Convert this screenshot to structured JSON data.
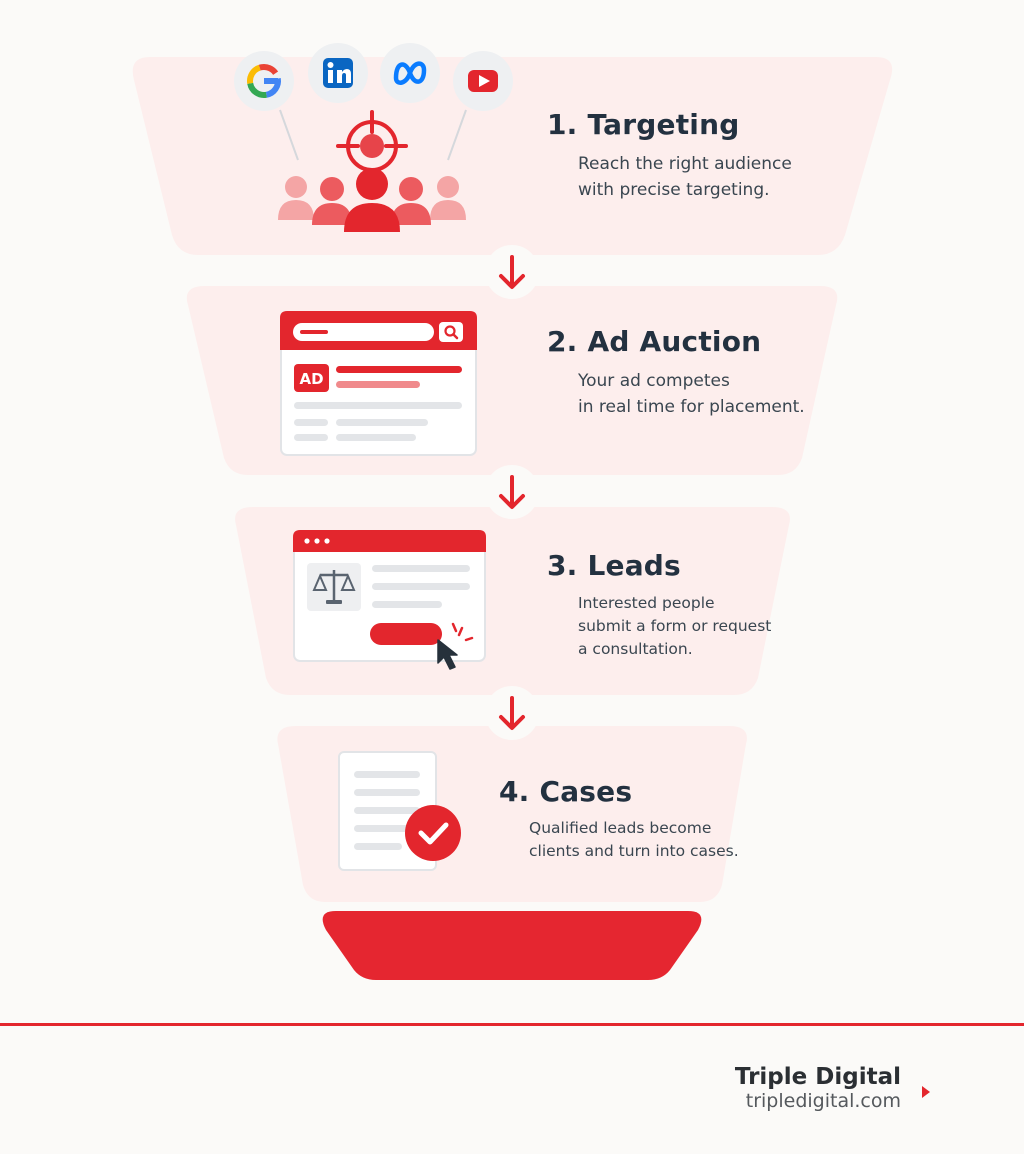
{
  "colors": {
    "brand_red": "#e3262d",
    "tier_fill": "#fdeeed",
    "heading": "#233140",
    "text": "#3a4650"
  },
  "tiers": [
    {
      "heading": "1. Targeting",
      "description": "Reach the right audience\nwith precise targeting.",
      "icons": [
        "google-icon",
        "linkedin-icon",
        "meta-icon",
        "youtube-icon",
        "target-crosshair-icon",
        "audience-people-icon"
      ]
    },
    {
      "heading": "2. Ad Auction",
      "description": "Your ad competes\nin real time for placement.",
      "icons": [
        "search-results-page-icon"
      ],
      "badge": "AD"
    },
    {
      "heading": "3. Leads",
      "description": "Interested people\nsubmit a form or request\na consultation.",
      "icons": [
        "landing-page-icon",
        "scales-of-justice-icon",
        "cursor-click-icon"
      ]
    },
    {
      "heading": "4. Cases",
      "description": "Qualified leads become\nclients and turn into cases.",
      "icons": [
        "document-icon",
        "checkmark-icon"
      ]
    }
  ],
  "flow_arrows": [
    "down-arrow-icon",
    "down-arrow-icon",
    "down-arrow-icon"
  ],
  "footer": {
    "brand_name": "Triple Digital",
    "brand_url": "tripledigital.com"
  }
}
